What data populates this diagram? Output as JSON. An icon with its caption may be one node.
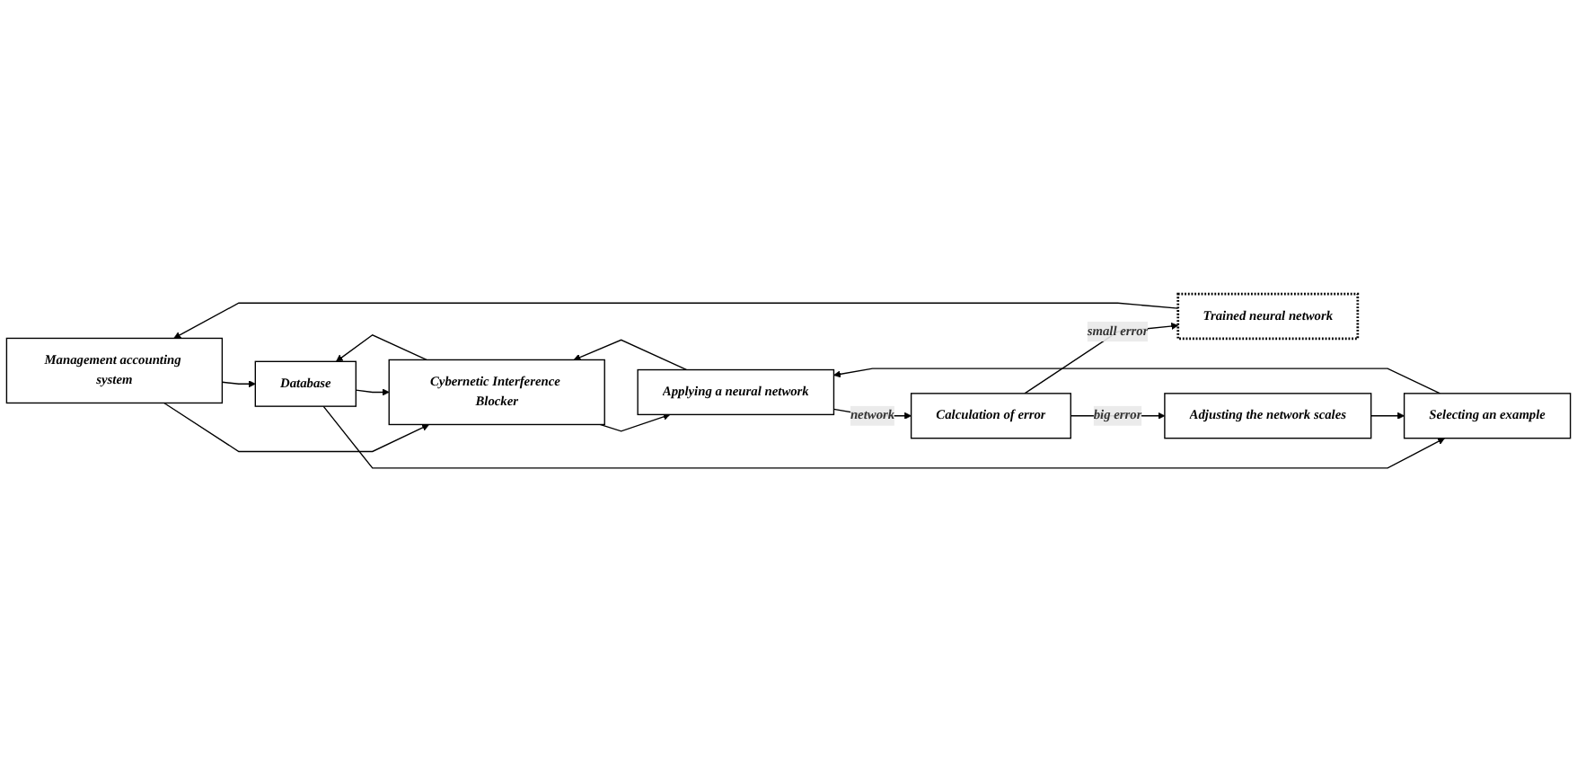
{
  "diagram": {
    "nodes": [
      {
        "text": [
          "Management accounting system"
        ]
      },
      {
        "text": [
          "Database"
        ]
      },
      {
        "text": [
          "Cybernetic Interference Blocker"
        ]
      },
      {
        "text": [
          "Selecting an example"
        ]
      },
      {
        "text": [
          "Applying a neural network"
        ]
      },
      {
        "text": [
          "Calculation of error"
        ]
      },
      {
        "text": [
          "Trained neural network"
        ]
      },
      {
        "text": [
          "Adjusting the network scales"
        ]
      }
    ],
    "edges": [
      {
        "from": 0,
        "to": 1,
        "arrow": "to"
      },
      {
        "from": 0,
        "to": 2,
        "arrow": "to"
      },
      {
        "from": 2,
        "to": 1,
        "arrow": "to"
      },
      {
        "from": 1,
        "to": 2,
        "arrow": "to"
      },
      {
        "from": 1,
        "to": 3,
        "arrow": "to"
      },
      {
        "from": 2,
        "to": 4,
        "arrow": "to"
      },
      {
        "from": 4,
        "to": 2,
        "arrow": "to"
      },
      {
        "from": 3,
        "to": 4,
        "arrow": "to"
      },
      {
        "from": 4,
        "to": 5,
        "arrow": "to",
        "label": "network"
      },
      {
        "from": 5,
        "to": 6,
        "arrow": "to",
        "label": "small error"
      },
      {
        "from": 5,
        "to": 7,
        "arrow": "to",
        "label": "big error"
      },
      {
        "from": 7,
        "to": 3,
        "arrow": "to"
      },
      {
        "from": 6,
        "to": 0,
        "arrow": "to"
      }
    ]
  }
}
